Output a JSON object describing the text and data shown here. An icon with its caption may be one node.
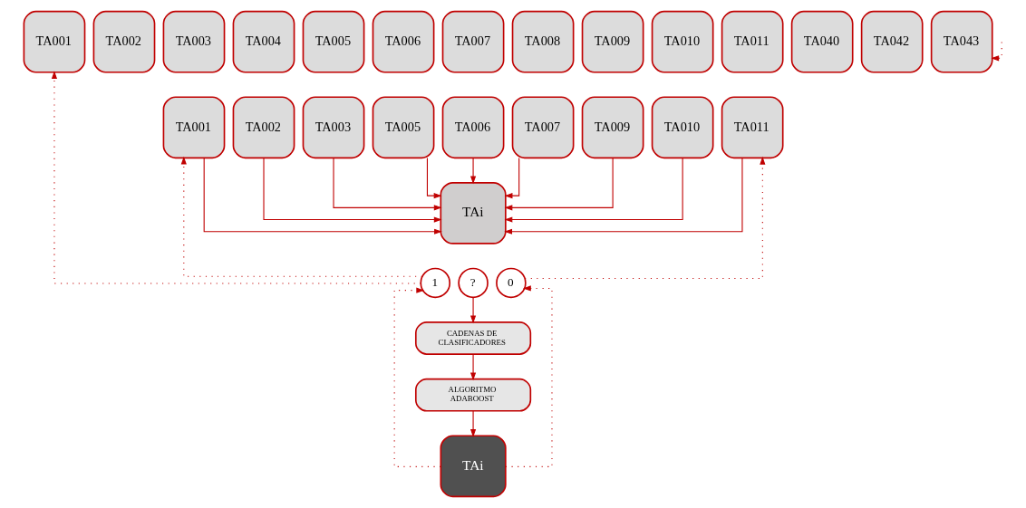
{
  "diagram": {
    "nodes": [
      {
        "text": [
          "TA001"
        ]
      },
      {
        "text": [
          "TA002"
        ]
      },
      {
        "text": [
          "TA003"
        ]
      },
      {
        "text": [
          "TA004"
        ]
      },
      {
        "text": [
          "TA005"
        ]
      },
      {
        "text": [
          "TA006"
        ]
      },
      {
        "text": [
          "TA007"
        ]
      },
      {
        "text": [
          "TA008"
        ]
      },
      {
        "text": [
          "TA009"
        ]
      },
      {
        "text": [
          "TA010"
        ]
      },
      {
        "text": [
          "TA011"
        ]
      },
      {
        "text": [
          "TA040"
        ]
      },
      {
        "text": [
          "TA042"
        ]
      },
      {
        "text": [
          "TA043"
        ]
      },
      {
        "text": [
          "TA001"
        ]
      },
      {
        "text": [
          "TA002"
        ]
      },
      {
        "text": [
          "TA003"
        ]
      },
      {
        "text": [
          "TA005"
        ]
      },
      {
        "text": [
          "TA006"
        ]
      },
      {
        "text": [
          "TA007"
        ]
      },
      {
        "text": [
          "TA009"
        ]
      },
      {
        "text": [
          "TA010"
        ]
      },
      {
        "text": [
          "TA011"
        ]
      },
      {
        "text": [
          "TAi"
        ]
      },
      {
        "text": [
          "1"
        ]
      },
      {
        "text": [
          "?"
        ]
      },
      {
        "text": [
          "0"
        ]
      },
      {
        "text": [
          "CADENAS DE CLASIFICADORES"
        ]
      },
      {
        "text": [
          "ALGORITMO ADABOOST"
        ]
      },
      {
        "text": [
          "TAi"
        ]
      }
    ],
    "edges": [
      {
        "from": 14,
        "to": 23,
        "arrow": "to"
      },
      {
        "from": 15,
        "to": 23,
        "arrow": "to"
      },
      {
        "from": 16,
        "to": 23,
        "arrow": "to"
      },
      {
        "from": 17,
        "to": 23,
        "arrow": "to"
      },
      {
        "from": 18,
        "to": 23,
        "arrow": "to"
      },
      {
        "from": 19,
        "to": 23,
        "arrow": "to"
      },
      {
        "from": 20,
        "to": 23,
        "arrow": "to"
      },
      {
        "from": 21,
        "to": 23,
        "arrow": "to"
      },
      {
        "from": 22,
        "to": 23,
        "arrow": "to"
      },
      {
        "from": 25,
        "to": 27,
        "arrow": "to"
      },
      {
        "from": 27,
        "to": 28,
        "arrow": "to"
      },
      {
        "from": 28,
        "to": 29,
        "arrow": "to"
      },
      {
        "from": 29,
        "to": 24,
        "arrow": "to",
        "style": "dashed"
      },
      {
        "from": 29,
        "to": 26,
        "arrow": "to",
        "style": "dashed"
      },
      {
        "from": 24,
        "to": 14,
        "arrow": "to",
        "style": "dashed"
      },
      {
        "from": 24,
        "to": 0,
        "arrow": "to",
        "style": "dashed"
      },
      {
        "from": 26,
        "to": 22,
        "arrow": "to",
        "style": "dashed"
      },
      {
        "from": null,
        "to": 13,
        "arrow": "to",
        "style": "dashed"
      }
    ]
  }
}
